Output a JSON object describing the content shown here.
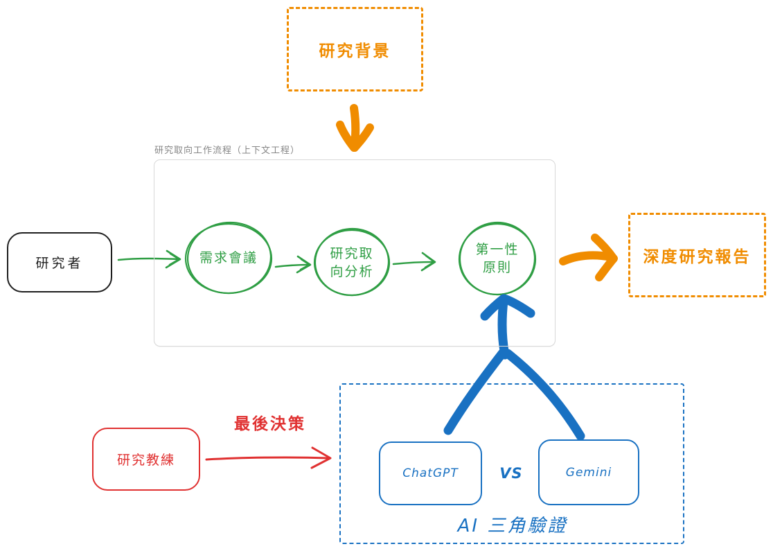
{
  "colors": {
    "orange": "#f08c00",
    "green": "#2f9e44",
    "blue": "#1971c2",
    "red": "#e03131",
    "black": "#1e1e1e",
    "frame_border": "#d8d8d8",
    "frame_label_gray": "#868686",
    "background": "#ffffff"
  },
  "nodes": {
    "research_background": {
      "label": "研究背景"
    },
    "workflow_container": {
      "label": "研究取向工作流程（上下文工程）"
    },
    "researcher": {
      "label": "研究者"
    },
    "step_demand_meeting": {
      "label": "需求會議"
    },
    "step_orientation_analysis": {
      "label": "研究取\n向分析"
    },
    "step_first_principles": {
      "label": "第一性\n原則"
    },
    "deep_research_report": {
      "label": "深度研究報告"
    },
    "research_coach": {
      "label": "研究教練"
    },
    "final_decision": {
      "label": "最後決策"
    },
    "chatgpt": {
      "label": "ChatGPT"
    },
    "vs": {
      "label": "VS"
    },
    "gemini": {
      "label": "Gemini"
    },
    "ai_triangulation": {
      "label": "AI 三角驗證"
    }
  }
}
